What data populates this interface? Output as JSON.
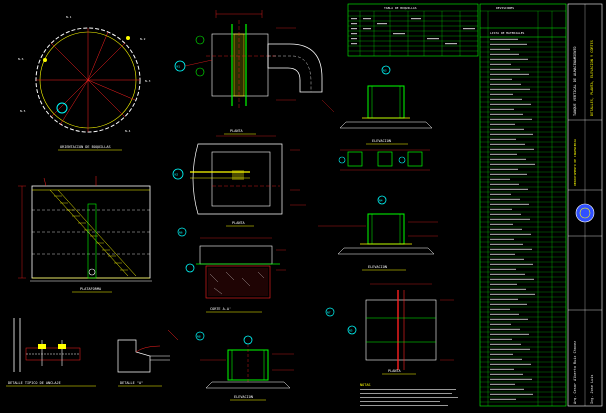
{
  "drawing": {
    "title": "CAD tank detail drawing sheet",
    "colors": {
      "background": "#000000",
      "yellow": "#ffff00",
      "red": "#ff2020",
      "green": "#00ff00",
      "cyan": "#00ffff",
      "white": "#ffffff",
      "magenta": "#ff00ff",
      "blue": "#3050ff"
    }
  },
  "views": {
    "orientation": "ORIENTACION DE BOQUILLAS",
    "elevation": "ELEVACION",
    "stair_mark": "PLATAFORMA",
    "nozzle_plan_a": "PLANTA",
    "nozzle_plan_b": "PLANTA",
    "nozzle_elev_a": "ELEVACION",
    "nozzle_elev_b": "ELEVACION",
    "section": "CORTE A-A'",
    "detail_anchor": "DETALLE TIPICO DE ANCLAJE",
    "detail_2": "DETALLE \"A\"",
    "manhole_elev": "ELEVACION",
    "nozzle_n1_plan": "PLANTA",
    "notes_title": "NOTAS"
  },
  "tables": {
    "nozzle_table_title": "TABLA DE BOQUILLAS",
    "materials_title": "LISTA DE MATERIALES",
    "revisions_title": "REVISIONES"
  },
  "title_block": {
    "department": "DEPARTAMENTO DE INGENIERIA",
    "project": "TANQUE VERTICAL DE ALMACENAMIENTO",
    "content": "DETALLES, PLANTA, ELEVACION Y CORTES",
    "drawn_by": "Ing. Jose Luis",
    "author": "Arq. Cesar Alberto Ruiz Chavez"
  },
  "tags": [
    "N1",
    "N2",
    "N3",
    "N4",
    "N5",
    "N6",
    "N7",
    "N8"
  ]
}
